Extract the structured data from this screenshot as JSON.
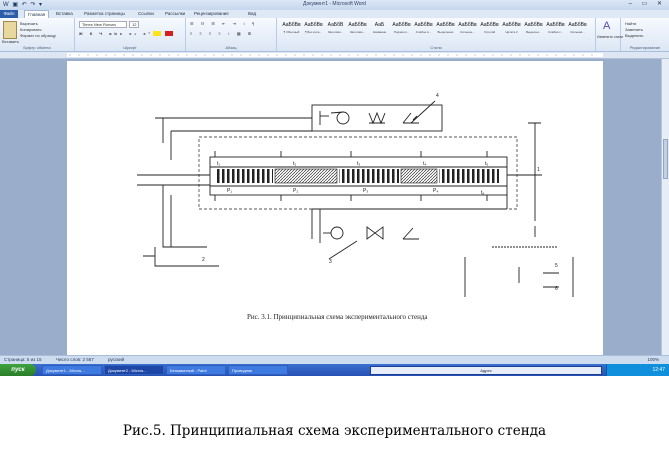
{
  "window": {
    "title": "Документ1 - Microsoft Word",
    "quick_access": "W ▣ ↶ ↷ ▾",
    "controls": "– ▭ ✕"
  },
  "ribbon_tabs": [
    {
      "label": "Файл"
    },
    {
      "label": "Главная"
    },
    {
      "label": "Вставка"
    },
    {
      "label": "Разметка страницы"
    },
    {
      "label": "Ссылки"
    },
    {
      "label": "Рассылки"
    },
    {
      "label": "Рецензирование"
    },
    {
      "label": "Вид"
    }
  ],
  "ribbon": {
    "paste": "Вставить",
    "cut": "Вырезать",
    "copy": "Копировать",
    "format_painter": "Формат по образцу",
    "font_name": "Times New Roman",
    "font_size": "12",
    "group_clipboard": "Буфер обмена",
    "group_font": "Шрифт",
    "group_paragraph": "Абзац",
    "group_styles": "Стили",
    "group_editing": "Редактирование",
    "change_styles": "Изменить стили",
    "find": "Найти",
    "replace": "Заменить",
    "select": "Выделить",
    "styles": [
      {
        "sample": "АаБбВв",
        "name": "¶ Обычный"
      },
      {
        "sample": "АаБбВв",
        "name": "¶ Без инте..."
      },
      {
        "sample": "АаБбВ",
        "name": "Заголово..."
      },
      {
        "sample": "АаБбВв",
        "name": "Заголово..."
      },
      {
        "sample": "АаБ",
        "name": "Название"
      },
      {
        "sample": "АаБбВв",
        "name": "Подзагол..."
      },
      {
        "sample": "АаБбВв",
        "name": "Слабое в..."
      },
      {
        "sample": "АаБбВв",
        "name": "Выделение"
      },
      {
        "sample": "АаБбВв",
        "name": "Сильное..."
      },
      {
        "sample": "АаБбВв",
        "name": "Строгий"
      },
      {
        "sample": "АаБбВв",
        "name": "Цитата 2"
      },
      {
        "sample": "АаБбВв",
        "name": "Выделен..."
      },
      {
        "sample": "АаБбВв",
        "name": "Слабая с..."
      },
      {
        "sample": "АаБбВв",
        "name": "Сильная..."
      }
    ]
  },
  "figure": {
    "caption": "Рис. 3.1. Принципиальная схема экспериментального стенда",
    "labels": {
      "l4": "4",
      "l3": "3",
      "l1": "1",
      "l2": "2",
      "l5": "5",
      "l6": "6",
      "t1": "t₁",
      "t2": "t₂",
      "t3": "t₃",
      "t4": "t₄",
      "t5": "t₅",
      "t6": "t₆",
      "p1": "P₁",
      "p2": "P₂",
      "p3": "P₃",
      "p4": "P₄"
    }
  },
  "statusbar": {
    "page": "Страница: 5 из 15",
    "words": "Число слов: 2 557",
    "language": "русский",
    "zoom": "100%"
  },
  "taskbar": {
    "start": "пуск",
    "tasks": [
      {
        "label": "Документ1 - Micros..."
      },
      {
        "label": "Документ2 - Micros..."
      },
      {
        "label": "Безымянный - Paint"
      },
      {
        "label": "Проводник"
      }
    ],
    "address": "Адрес",
    "clock": "12:47"
  },
  "main_caption": "Рис.5. Принципиальная схема экспериментального стенда"
}
